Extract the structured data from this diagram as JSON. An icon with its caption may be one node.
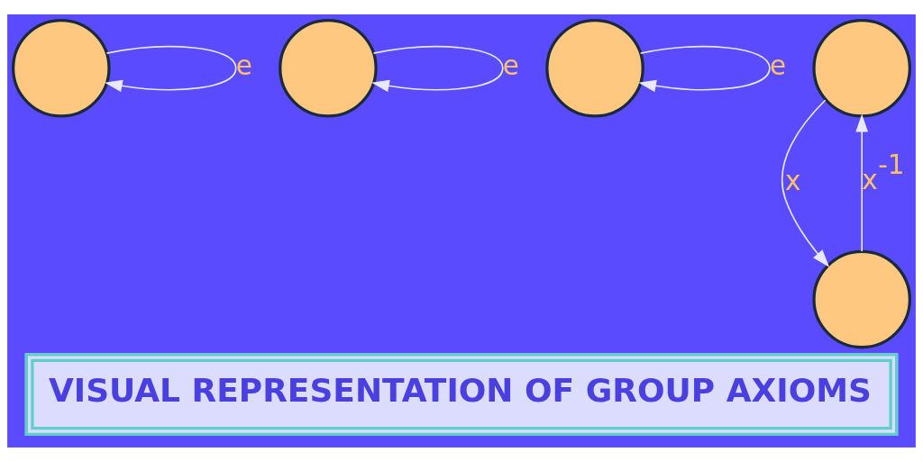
{
  "diagram": {
    "title": "VISUAL REPRESENTATION OF GROUP AXIOMS",
    "nodes": [
      {
        "text": [],
        "shape": "circle"
      },
      {
        "text": [],
        "shape": "circle"
      },
      {
        "text": [],
        "shape": "circle"
      },
      {
        "text": [],
        "shape": "circle"
      },
      {
        "text": [],
        "shape": "circle"
      }
    ],
    "edges": [
      {
        "from": 0,
        "to": 0,
        "arrow": "to",
        "label": "e"
      },
      {
        "from": 1,
        "to": 1,
        "arrow": "to",
        "label": "e"
      },
      {
        "from": 2,
        "to": 2,
        "arrow": "to",
        "label": "e"
      },
      {
        "from": 3,
        "to": 4,
        "arrow": "to",
        "label": "x"
      },
      {
        "from": 4,
        "to": 3,
        "arrow": "to",
        "label": "x$^{-1}$"
      }
    ]
  }
}
